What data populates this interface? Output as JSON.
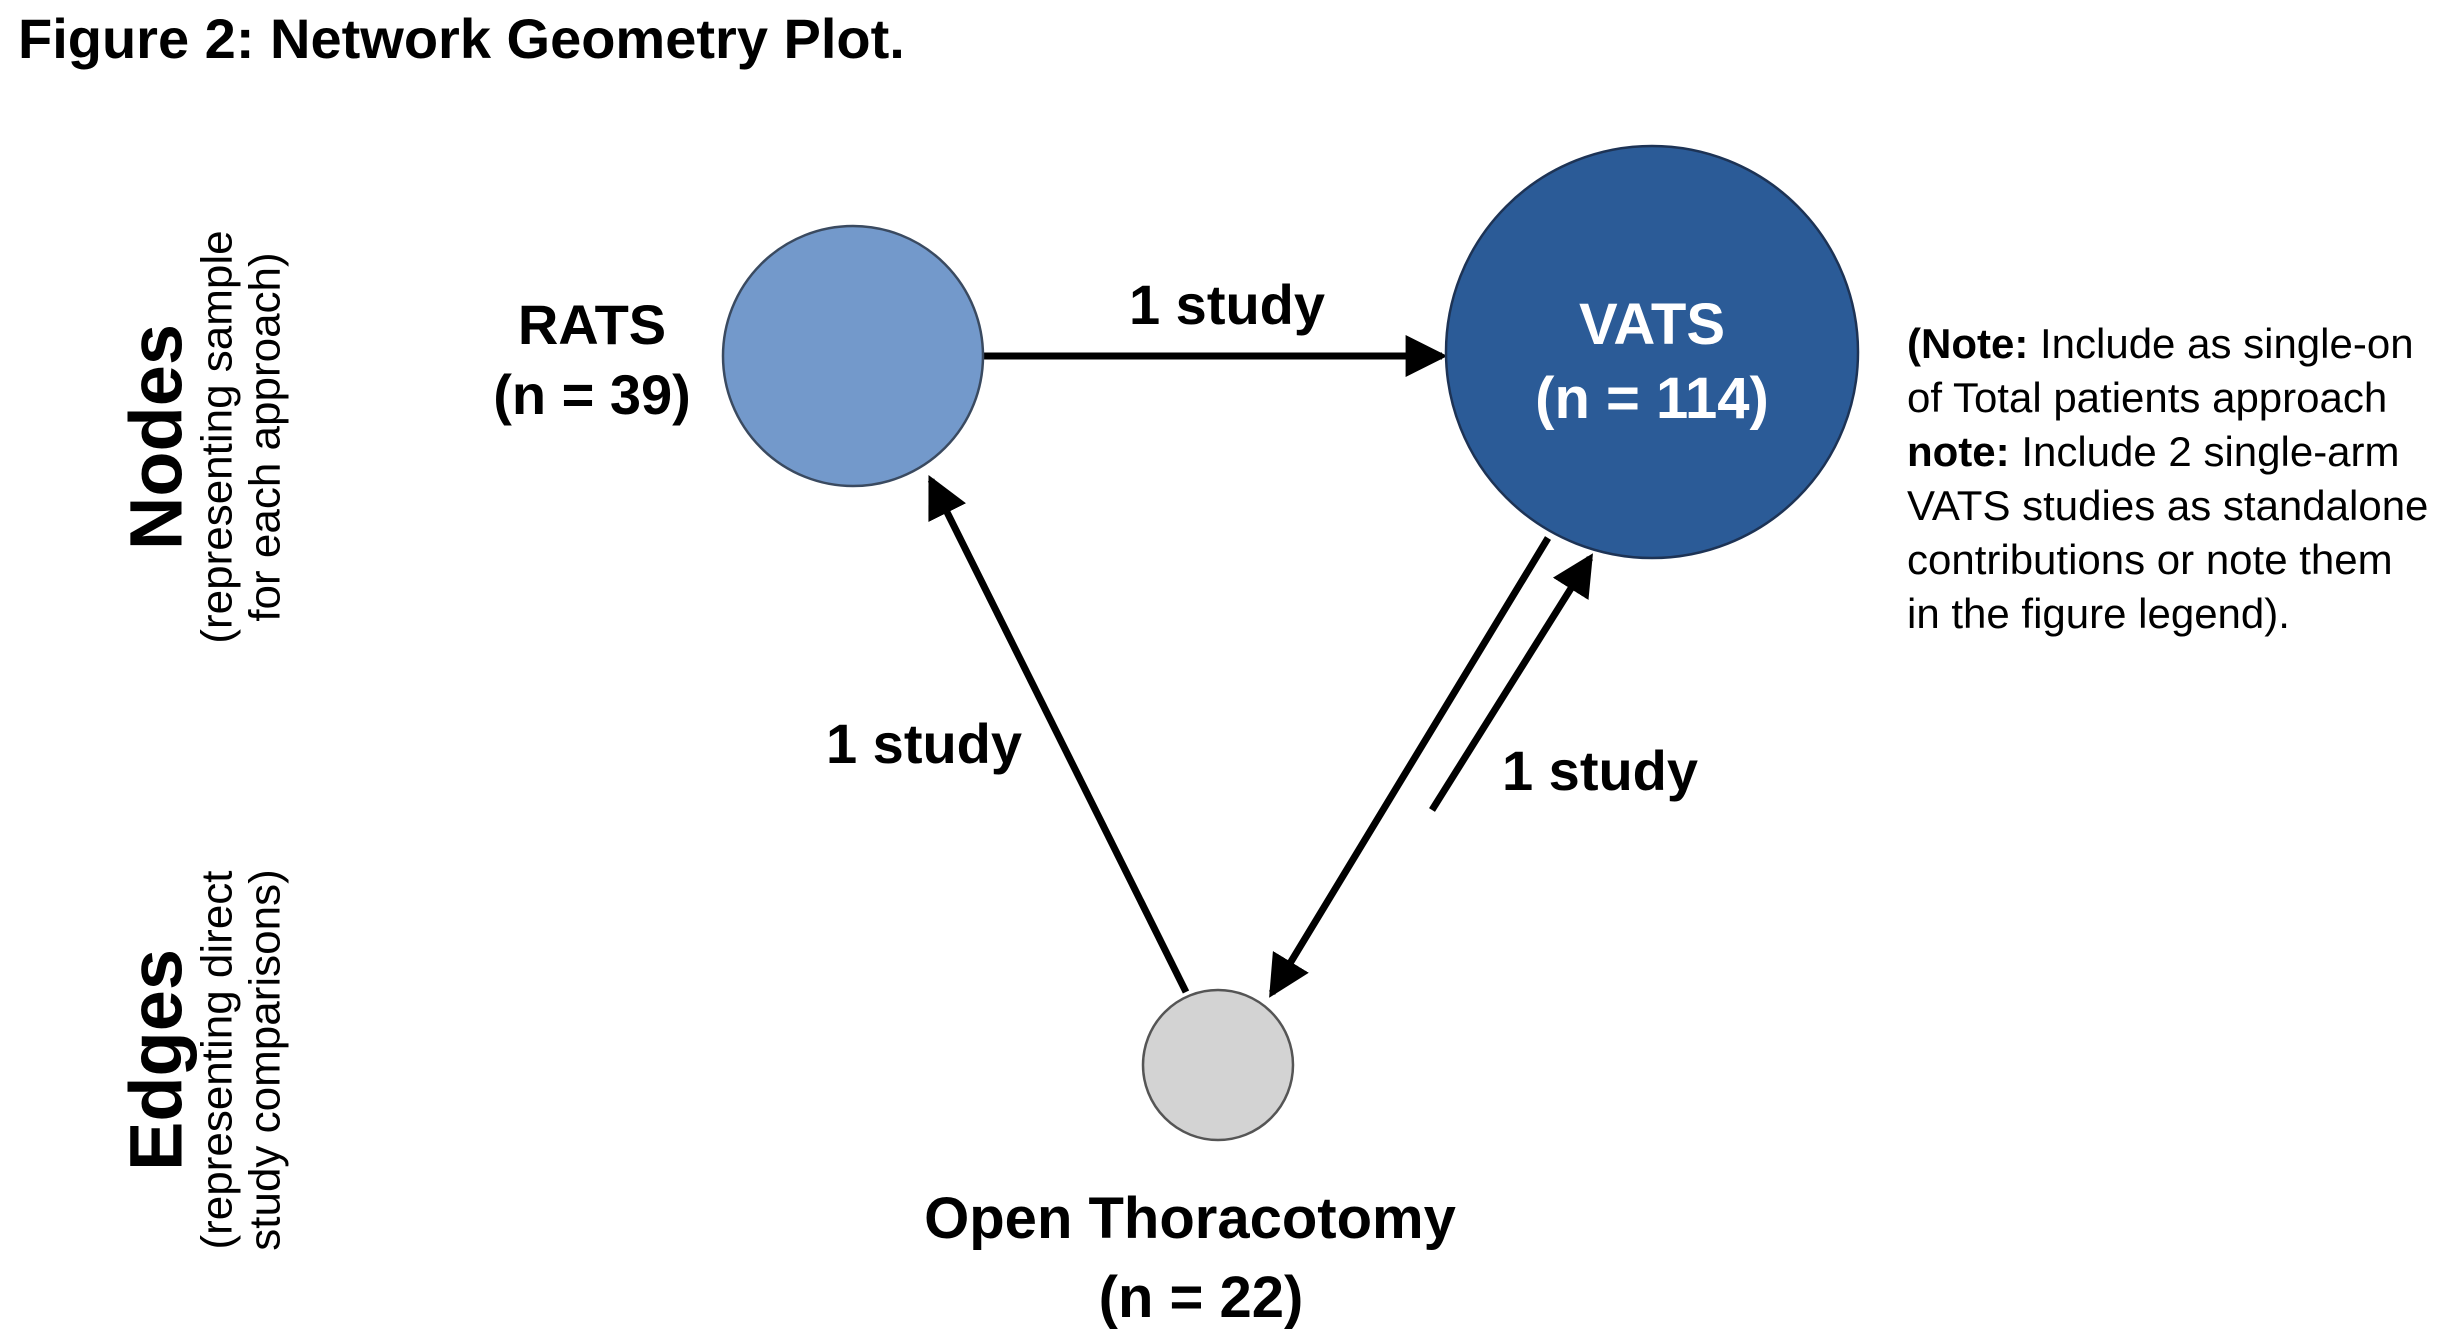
{
  "title": "Figure 2: Network Geometry Plot.",
  "side_labels": {
    "nodes": {
      "main": "Nodes",
      "sub_line1": "(representing sample",
      "sub_line2": "for each approach)"
    },
    "edges": {
      "main": "Edges",
      "sub_line1": "(representing direct",
      "sub_line2": "study comparisons)"
    }
  },
  "nodes": {
    "rats": {
      "name": "RATS",
      "n": "(n = 39)",
      "fill": "#7399cb"
    },
    "vats": {
      "name": "VATS",
      "n": "(n = 114)",
      "fill": "#2b5b97"
    },
    "open": {
      "name": "Open Thoracotomy",
      "n": "(n = 22)",
      "fill": "#d3d3d3"
    }
  },
  "edges": {
    "rats_to_vats": "1 study",
    "open_to_rats": "1 study",
    "open_vats": "1 study"
  },
  "note": {
    "line1_bold": "(Note:",
    "line1_text": " Include as single-on",
    "line2_text": "of Total patients approach",
    "line3_bold": "note:",
    "line3_text": " Include 2 single-arm",
    "line4_text": "VATS studies as standalone",
    "line5_text": "contributions or note them",
    "line6_text": "in the figure legend)."
  }
}
